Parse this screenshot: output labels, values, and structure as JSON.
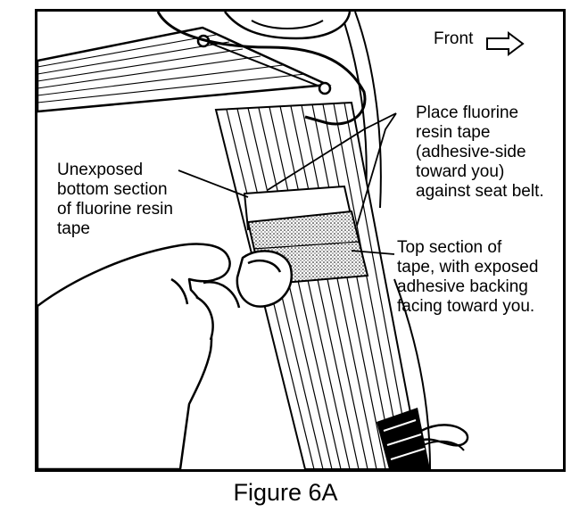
{
  "labels": {
    "front": "Front",
    "place_tape": "Place fluorine\nresin tape\n(adhesive-side\ntoward you)\nagainst seat belt.",
    "unexposed": "Unexposed\nbottom section\nof fluorine resin\ntape",
    "top_section": "Top section of\ntape, with exposed\nadhesive backing\nfacing toward you."
  },
  "caption": "Figure 6A",
  "icons": {
    "front_arrow": "right-arrow-outline-icon"
  },
  "colors": {
    "ink": "#000000",
    "paper": "#ffffff",
    "stipple": "#cfcfcf"
  }
}
